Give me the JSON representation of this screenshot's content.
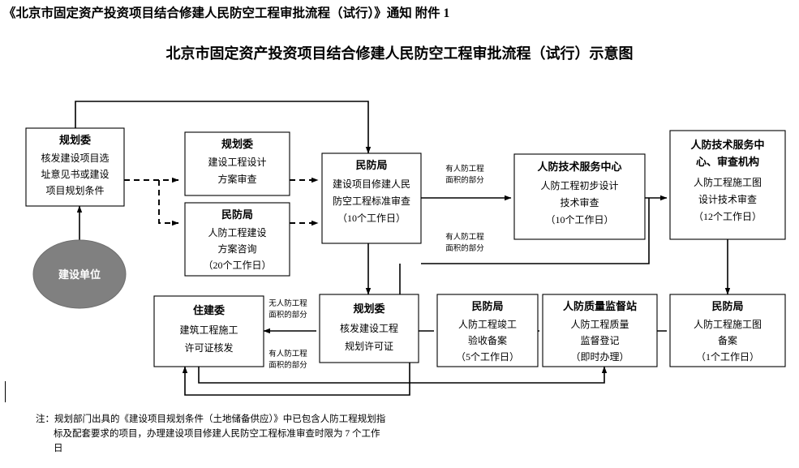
{
  "header": {
    "notice_line": "《北京市固定资产投资项目结合修建人民防空工程审批流程（试行）》通知  附件 1",
    "doc_title": "北京市固定资产投资项目结合修建人民防空工程审批流程（试行）示意图"
  },
  "start_node": {
    "label": "建设单位",
    "fill": "#808080",
    "text_color": "#ffffff"
  },
  "nodes": [
    {
      "id": "n1",
      "title": "规划委",
      "lines": [
        "核发建设项目选",
        "址意见书或建设",
        "项目规划条件"
      ]
    },
    {
      "id": "n2",
      "title": "规划委",
      "lines": [
        "建设工程设计",
        "方案审查"
      ]
    },
    {
      "id": "n3",
      "title": "民防局",
      "lines": [
        "人防工程建设",
        "方案咨询",
        "（20个工作日）"
      ]
    },
    {
      "id": "n4",
      "title": "民防局",
      "lines": [
        "建设项目修建人民",
        "防空工程标准审查",
        "（10个工作日）"
      ]
    },
    {
      "id": "n5",
      "title": "人防技术服务中心",
      "lines": [
        "人防工程初步设计",
        "技术审查",
        "（10个工作日）"
      ]
    },
    {
      "id": "n6",
      "title": "人防技术服务中",
      "title2": "心、审查机构",
      "lines": [
        "人防工程施工图",
        "设计技术审查",
        "（12个工作日）"
      ]
    },
    {
      "id": "n7",
      "title": "民防局",
      "lines": [
        "人防工程施工图",
        "备案",
        "（1个工作日）"
      ]
    },
    {
      "id": "n8",
      "title": "人防质量监督站",
      "lines": [
        "人防工程质量",
        "监督登记",
        "（即时办理）"
      ]
    },
    {
      "id": "n9",
      "title": "民防局",
      "lines": [
        "人防工程竣工",
        "验收备案",
        "（5个工作日）"
      ]
    },
    {
      "id": "n10",
      "title": "规划委",
      "lines": [
        "核发建设工程",
        "规划许可证"
      ]
    },
    {
      "id": "n11",
      "title": "住建委",
      "lines": [
        "建筑工程施工",
        "许可证核发"
      ]
    }
  ],
  "edge_labels": [
    {
      "id": "e1",
      "l1": "有人防工程",
      "l2": "面积的部分"
    },
    {
      "id": "e2",
      "l1": "有人防工程",
      "l2": "面积的部分"
    },
    {
      "id": "e3",
      "l1": "无人防工程",
      "l2": "面积的部分"
    },
    {
      "id": "e4",
      "l1": "有人防工程",
      "l2": "面积的部分"
    }
  ],
  "note": {
    "line1": "注：规划部门出具的《建设项目规划条件（土地储备供应）》中已包含人防工程规划指",
    "line2": "标及配套要求的项目，办理建设项目修建人民防空工程标准审查时限为 7 个工作",
    "line3": "日"
  }
}
